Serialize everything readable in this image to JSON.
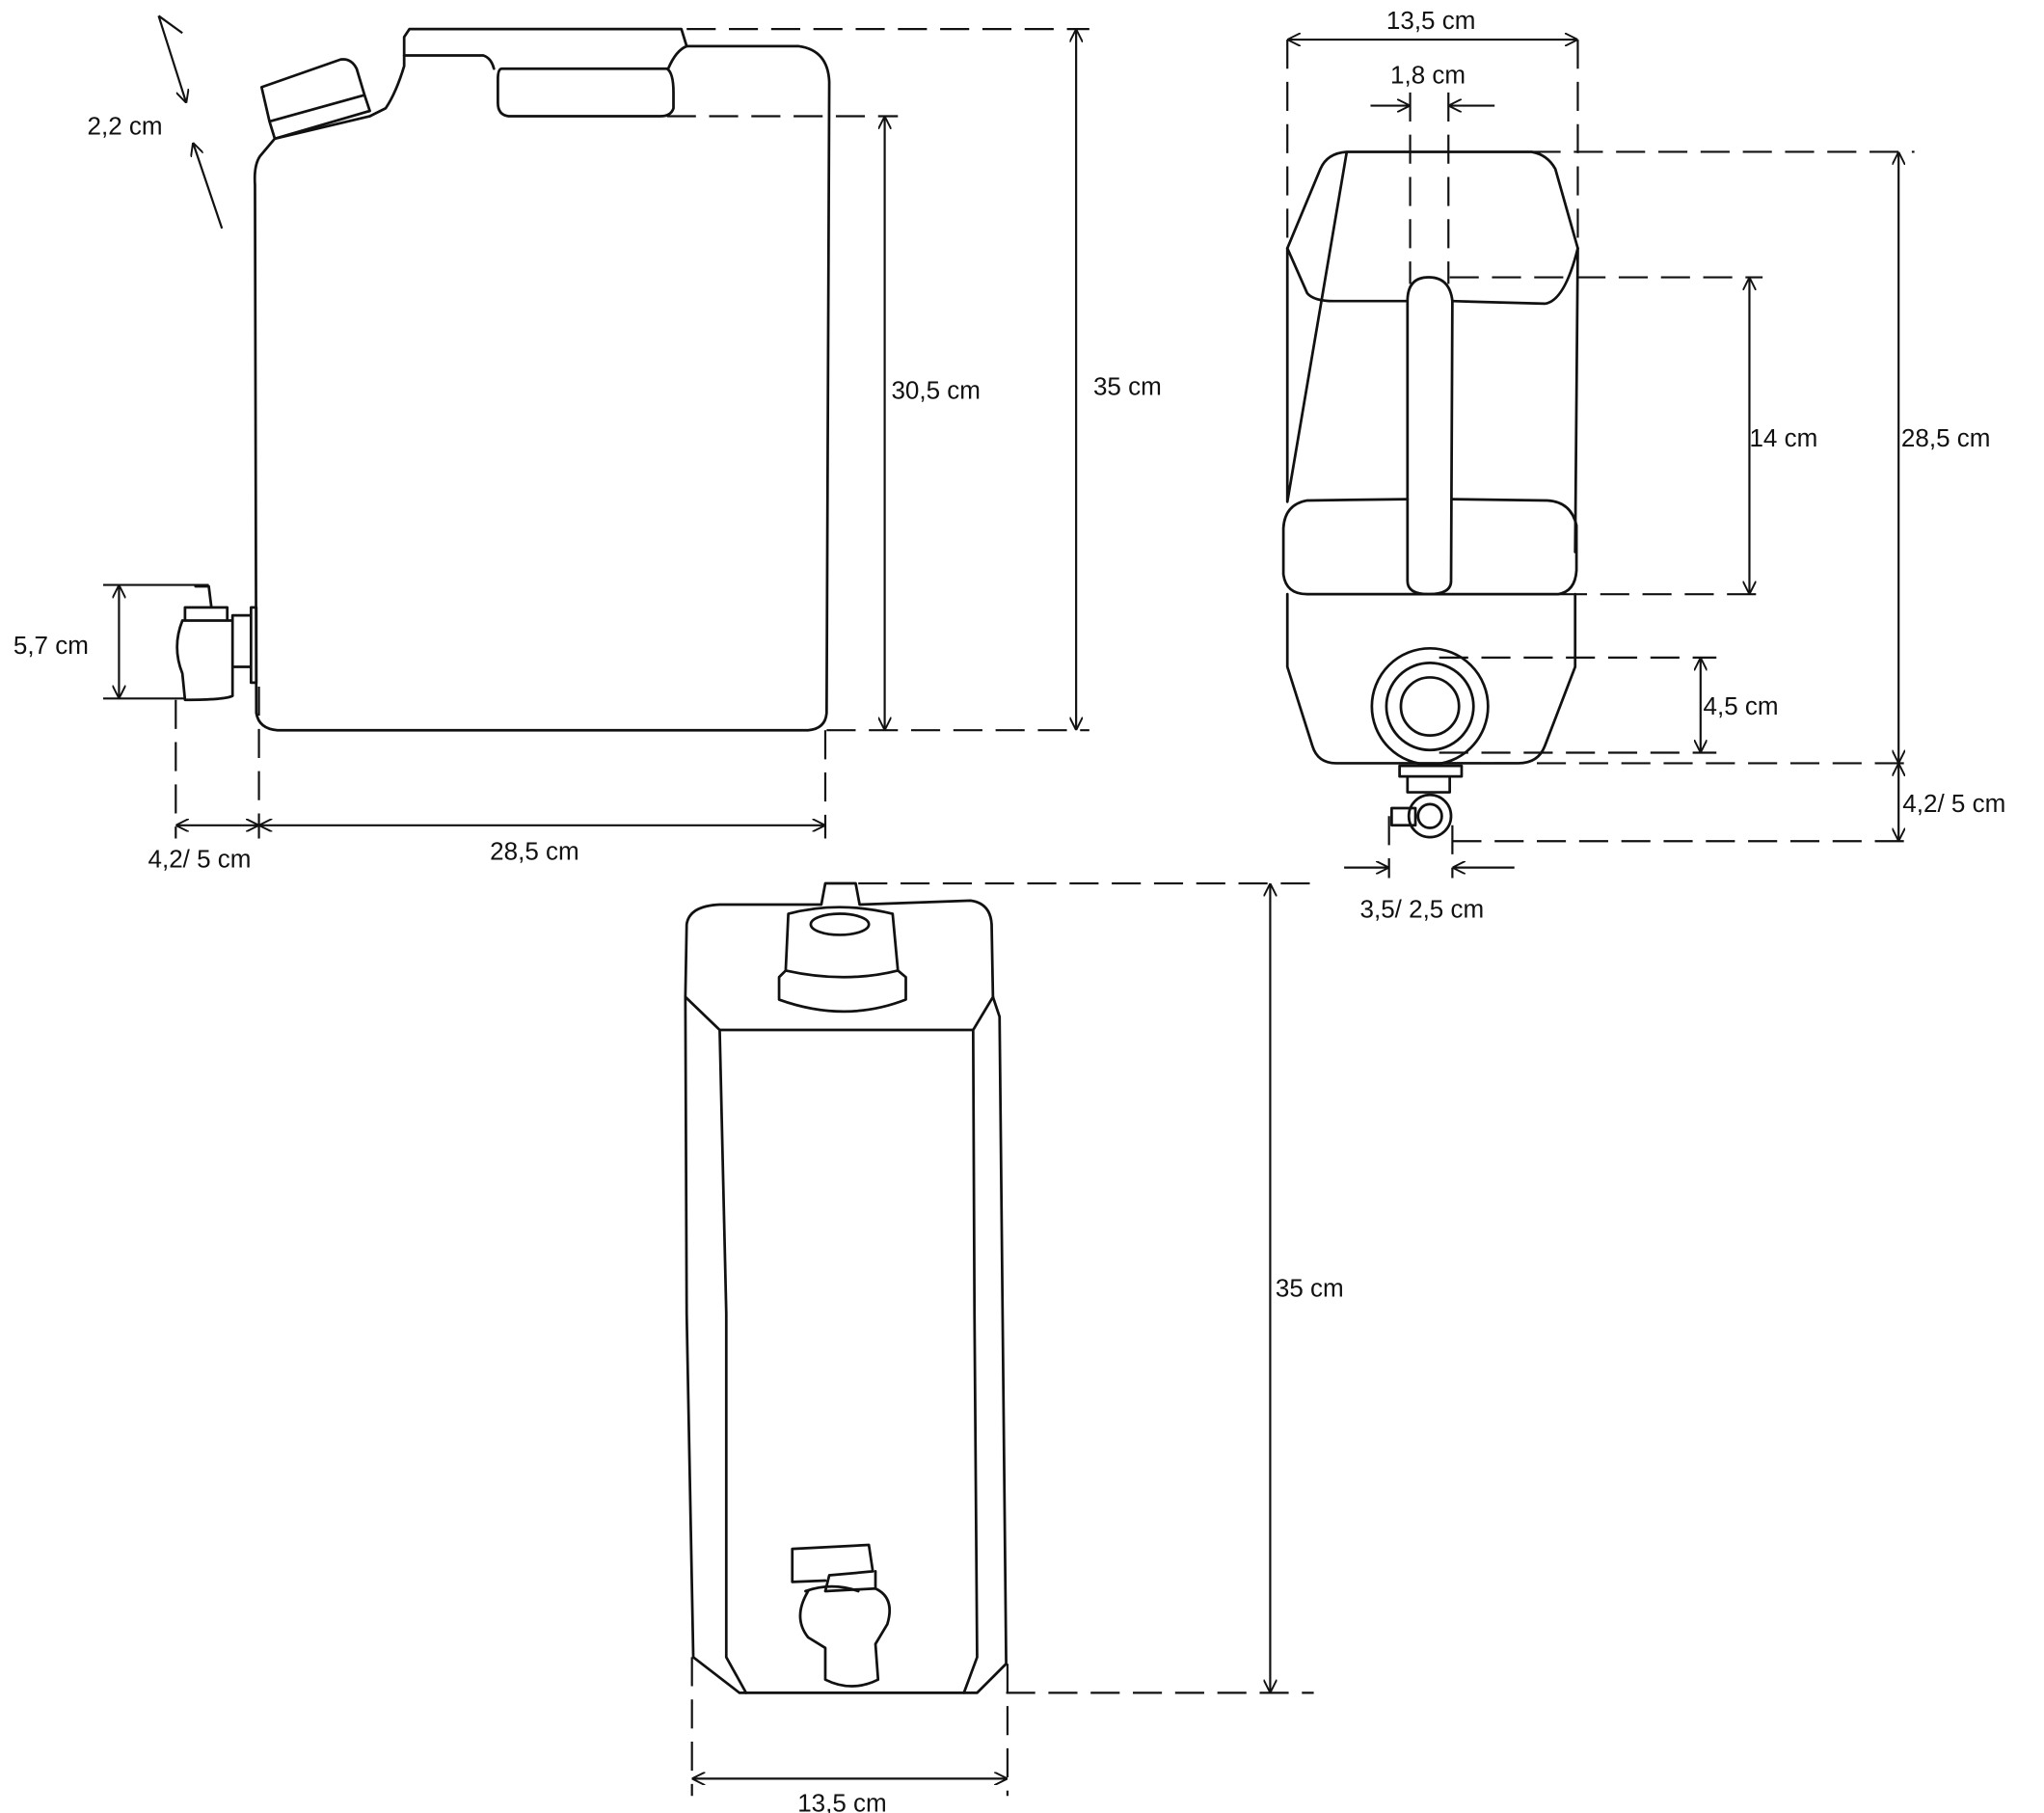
{
  "side_view": {
    "cap_diameter": "2,2 cm",
    "body_height": "30,5 cm",
    "total_height": "35 cm",
    "tap_height": "5,7 cm",
    "tap_depth": "4,2/ 5 cm",
    "length": "28,5 cm"
  },
  "front_view": {
    "width": "13,5 cm",
    "handle_width": "1,8 cm",
    "handle_height": "14 cm",
    "height": "28,5 cm",
    "tap_opening": "4,5 cm",
    "tap_depth": "4,2/ 5 cm",
    "tap_width": "3,5/ 2,5 cm"
  },
  "end_view": {
    "height": "35 cm",
    "width": "13,5 cm"
  }
}
